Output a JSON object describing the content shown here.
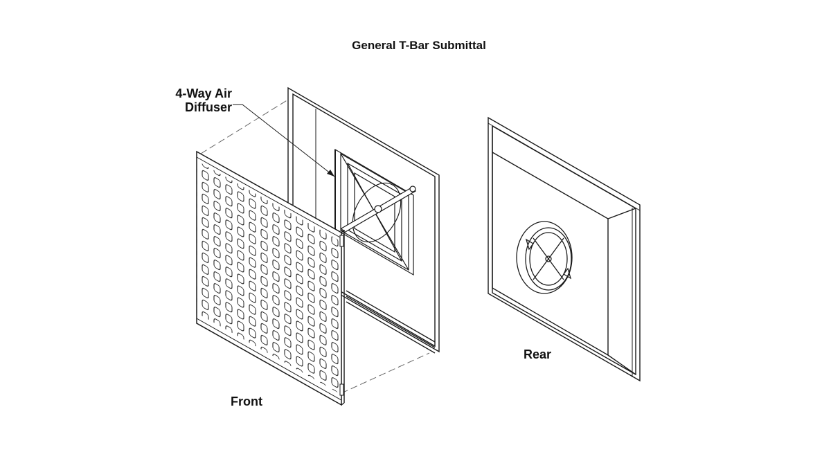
{
  "title": "General T-Bar Submittal",
  "labels": {
    "callout_line1": "4-Way Air",
    "callout_line2": "Diffuser",
    "front": "Front",
    "rear": "Rear"
  },
  "colors": {
    "line": "#1a1a1a",
    "background": "#ffffff"
  }
}
